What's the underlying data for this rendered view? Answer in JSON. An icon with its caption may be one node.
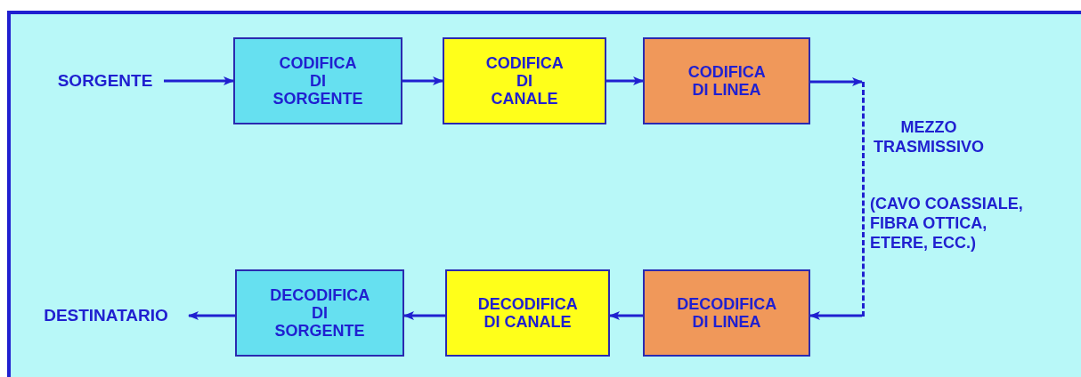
{
  "diagram": {
    "nodes": [
      {
        "text": [
          "SORGENTE"
        ]
      },
      {
        "text": [
          "CODIFICA DI SORGENTE"
        ]
      },
      {
        "text": [
          "CODIFICA DI CANALE"
        ]
      },
      {
        "text": [
          "CODIFICA DI LINEA"
        ]
      },
      {
        "text": [
          "MEZZO TRASMISSIVO",
          "(CAVO COASSIALE, FIBRA OTTICA, ETERE, ECC.)"
        ]
      },
      {
        "text": [
          "DESTINATARIO"
        ]
      },
      {
        "text": [
          "DECODIFICA DI SORGENTE"
        ]
      },
      {
        "text": [
          "DECODIFICA DI CANALE"
        ]
      },
      {
        "text": [
          "DECODIFICA DI LINEA"
        ]
      }
    ],
    "edges": [
      {
        "from": 0,
        "to": 1,
        "arrow": "to"
      },
      {
        "from": 1,
        "to": 2,
        "arrow": "to"
      },
      {
        "from": 2,
        "to": 3,
        "arrow": "to"
      },
      {
        "from": 3,
        "to": 4,
        "arrow": "to"
      },
      {
        "from": 4,
        "to": 8,
        "arrow": "to"
      },
      {
        "from": 8,
        "to": 7,
        "arrow": "to"
      },
      {
        "from": 7,
        "to": 6,
        "arrow": "to"
      },
      {
        "from": 6,
        "to": 5,
        "arrow": "to"
      }
    ]
  }
}
